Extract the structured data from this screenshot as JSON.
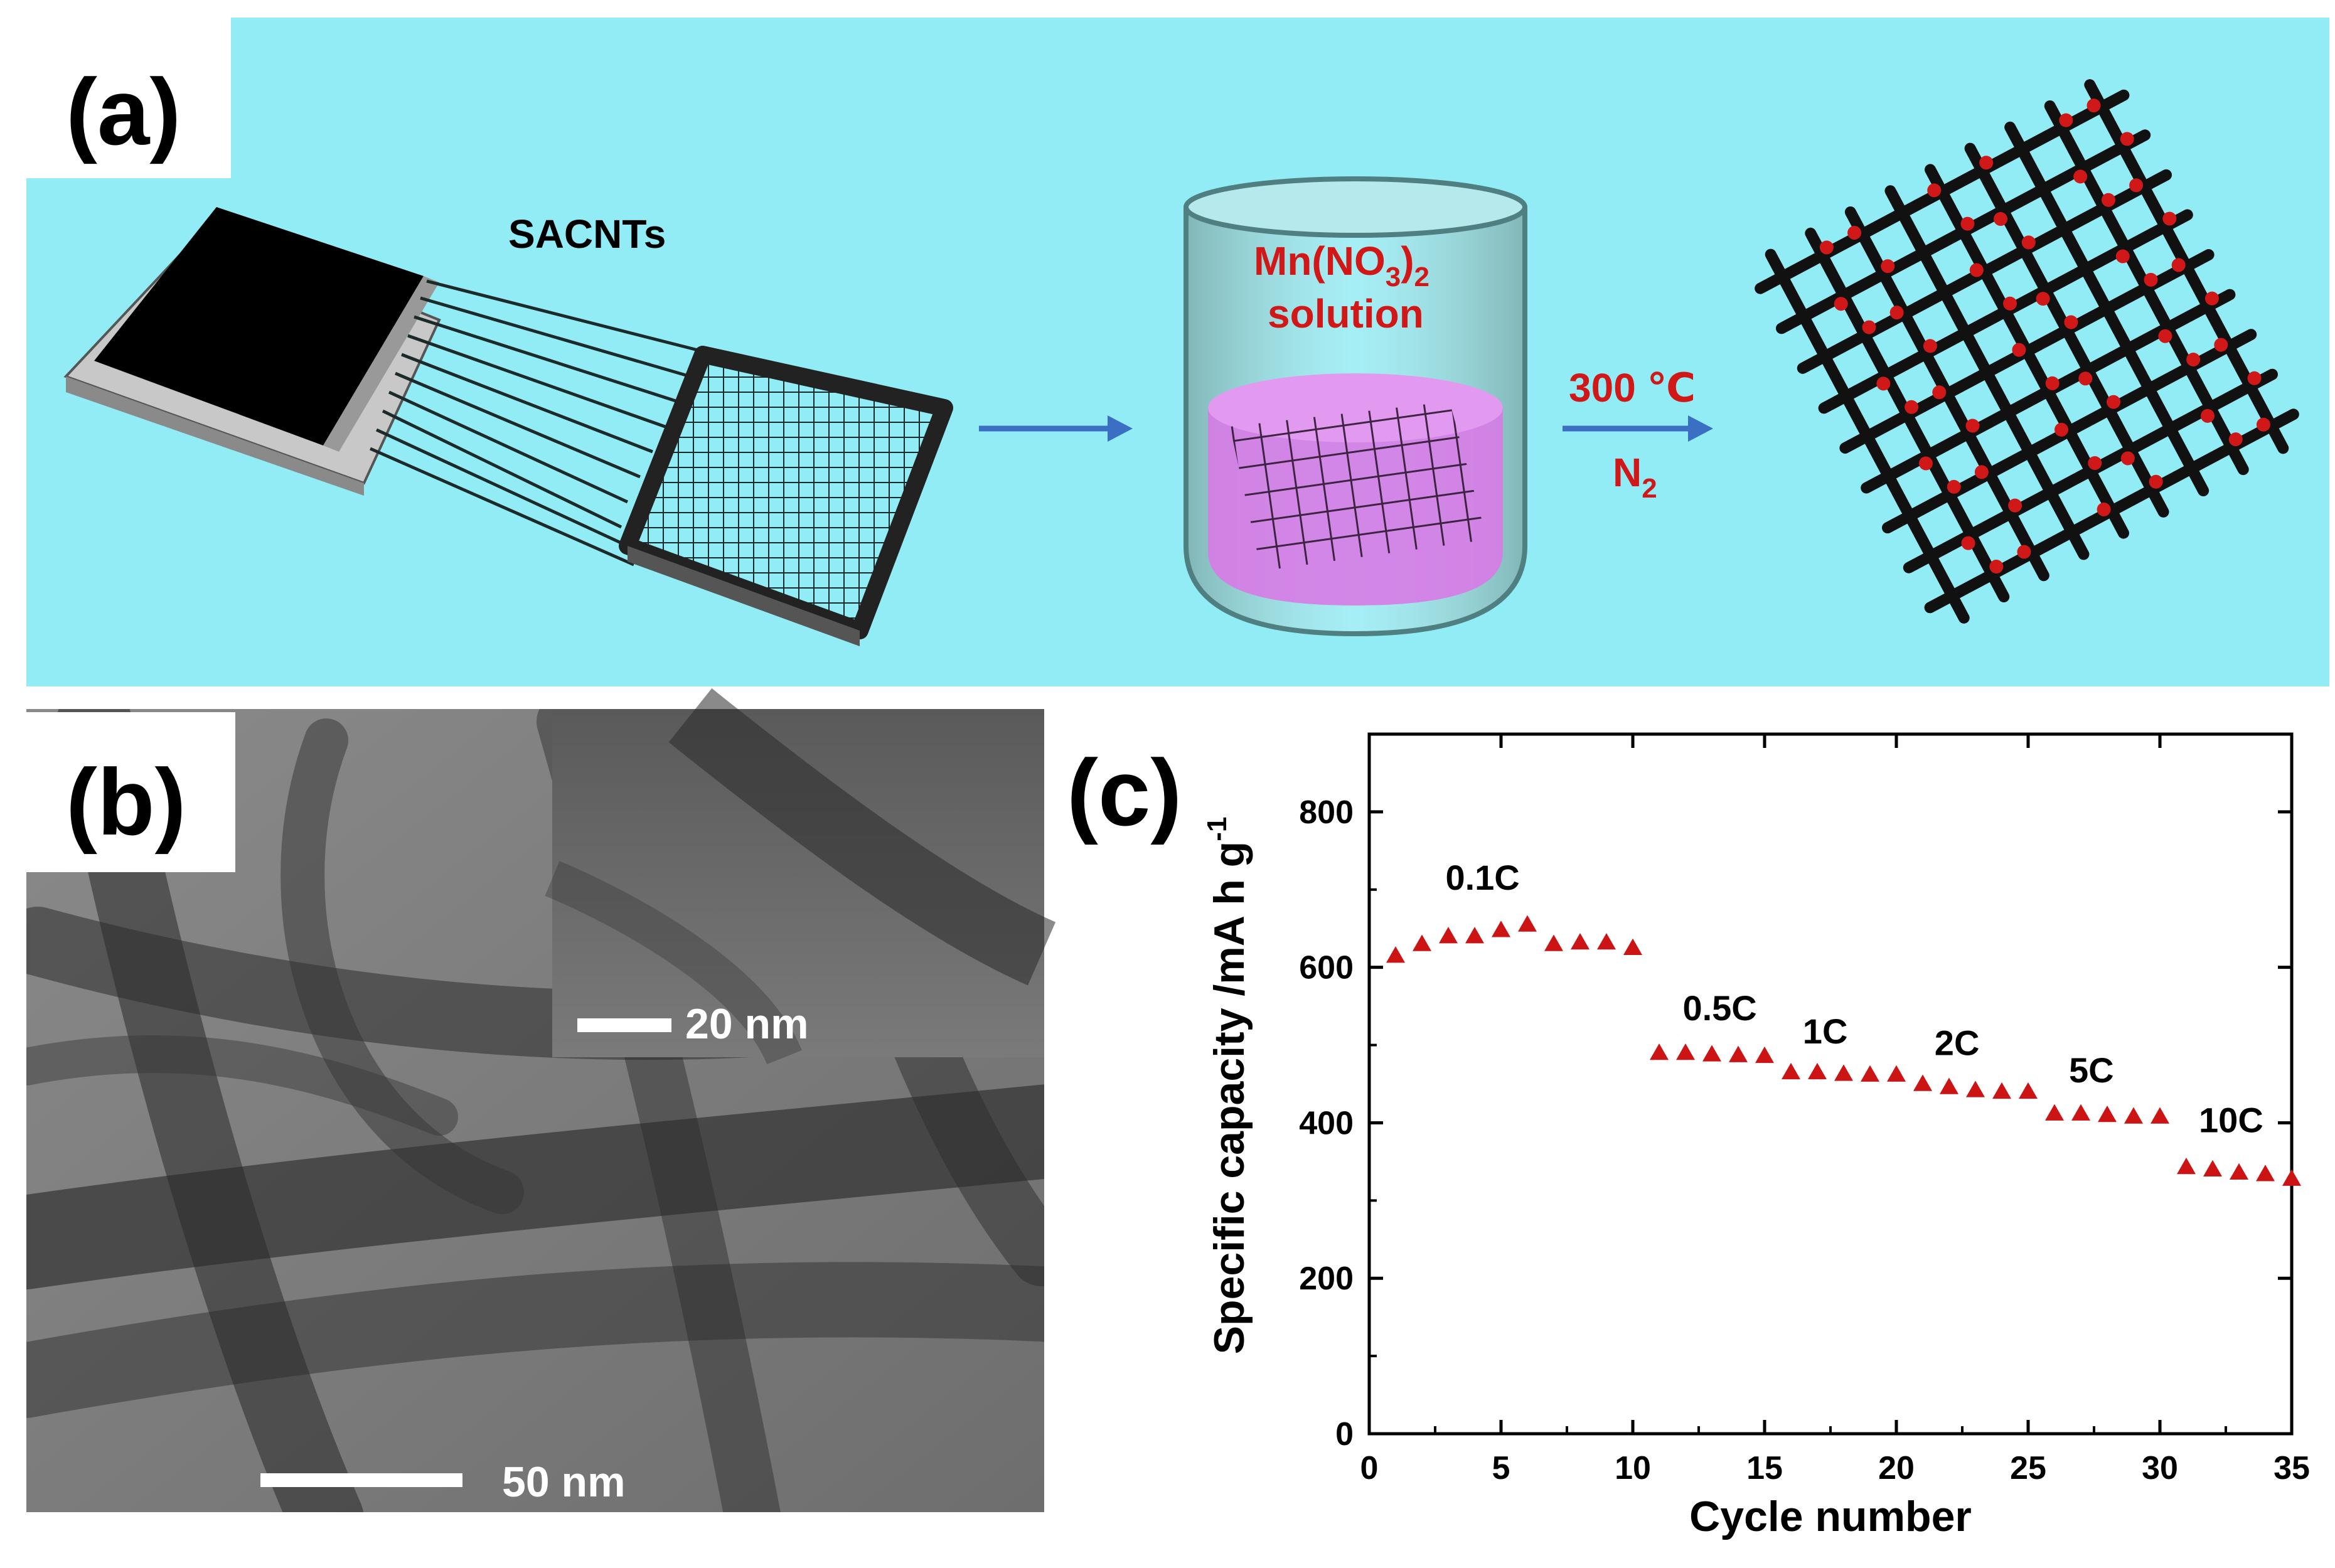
{
  "colors": {
    "panel_a_background": "#92ECF5",
    "accent_red": "#D01818",
    "arrow_blue": "#3A6FC4",
    "solution_purple": "#D77BE6",
    "data_marker_red": "#CC1414"
  },
  "panel_a": {
    "label": "(a)",
    "sacnts_label": "SACNTs",
    "solution_label_line1": "Mn(NO",
    "solution_label_sub3": "3",
    "solution_label_close": ")",
    "solution_label_sub2": "2",
    "solution_label_line2": "solution",
    "temperature_label": "300 ℃",
    "atmosphere_main": "N",
    "atmosphere_sub": "2"
  },
  "panel_b": {
    "label": "(b)",
    "scale_main": "50 nm",
    "scale_inset": "20 nm"
  },
  "panel_c": {
    "label": "(c)"
  },
  "chart_data": {
    "type": "scatter",
    "xlabel": "Cycle number",
    "ylabel": "Specific capacity /mA h g",
    "ylabel_sup": "-1",
    "xlim": [
      0,
      35
    ],
    "ylim": [
      0,
      900
    ],
    "x_ticks": [
      "0",
      "5",
      "10",
      "15",
      "20",
      "25",
      "30",
      "35"
    ],
    "y_ticks": [
      "0",
      "200",
      "400",
      "600",
      "800"
    ],
    "marker": "triangle",
    "grid": false,
    "x": [
      1,
      2,
      3,
      4,
      5,
      6,
      7,
      8,
      9,
      10,
      11,
      12,
      13,
      14,
      15,
      16,
      17,
      18,
      19,
      20,
      21,
      22,
      23,
      24,
      25,
      26,
      27,
      28,
      29,
      30,
      31,
      32,
      33,
      34,
      35
    ],
    "y": [
      615,
      630,
      640,
      640,
      648,
      655,
      630,
      632,
      632,
      625,
      490,
      490,
      488,
      487,
      486,
      465,
      465,
      463,
      462,
      462,
      450,
      446,
      442,
      440,
      440,
      412,
      412,
      410,
      408,
      408,
      343,
      340,
      336,
      334,
      328
    ],
    "annotations": [
      {
        "text": "0.1C",
        "x": 4.3,
        "y": 700
      },
      {
        "text": "0.5C",
        "x": 13.3,
        "y": 532
      },
      {
        "text": "1C",
        "x": 17.3,
        "y": 502
      },
      {
        "text": "2C",
        "x": 22.3,
        "y": 487
      },
      {
        "text": "5C",
        "x": 27.4,
        "y": 452
      },
      {
        "text": "10C",
        "x": 32.7,
        "y": 388
      }
    ]
  }
}
